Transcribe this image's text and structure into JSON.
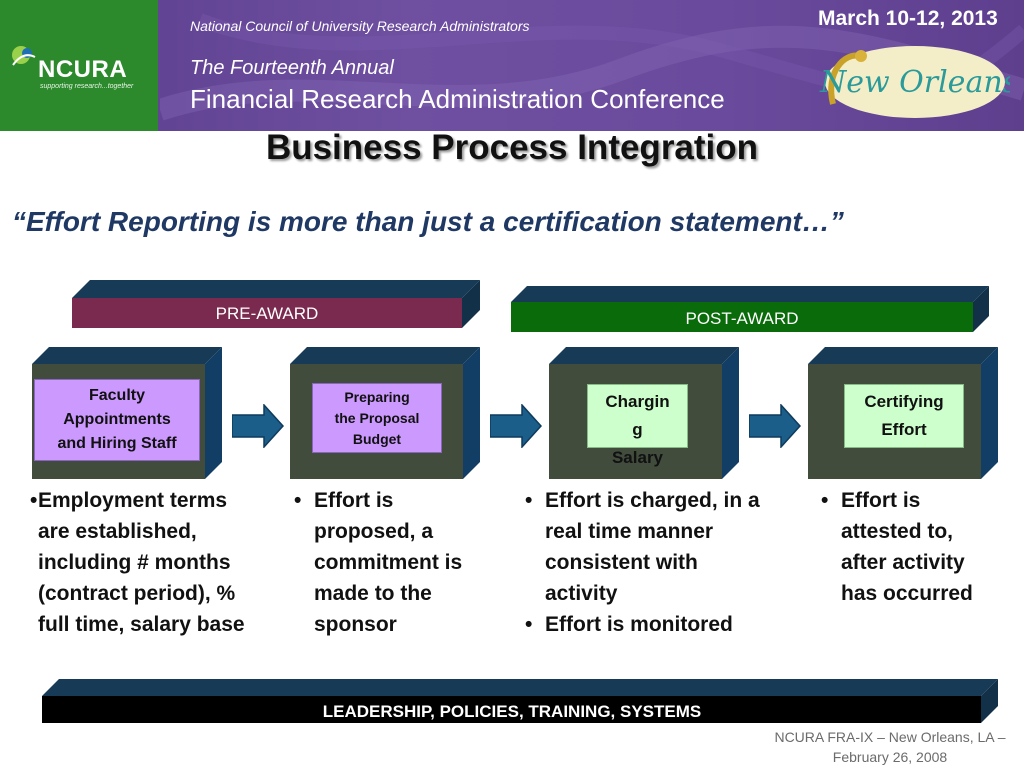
{
  "header": {
    "logo_text": "NCURA",
    "logo_tagline": "supporting research...together",
    "org_name": "National Council of University Research Administrators",
    "conference_line1": "The Fourteenth Annual",
    "conference_line2": "Financial Research Administration Conference",
    "date": "March 10-12, 2013",
    "city_badge": "New Orleans"
  },
  "title": "Business Process Integration",
  "subtitle": "“Effort Reporting is more than just a certification statement…”",
  "phases": {
    "pre_award": "PRE-AWARD",
    "post_award": "POST-AWARD"
  },
  "steps": [
    {
      "label_lines": [
        "Faculty",
        "Appointments",
        "and Hiring Staff"
      ],
      "bullets": [
        "Employment terms are established, including # months (contract period), % full time, salary base"
      ]
    },
    {
      "label_lines": [
        "Preparing",
        "the Proposal",
        "Budget"
      ],
      "bullets": [
        "Effort is proposed, a commitment is made to the sponsor"
      ]
    },
    {
      "label_lines": [
        "Chargin",
        "g",
        "Salary"
      ],
      "bullets": [
        "Effort is charged, in a real time manner consistent with activity",
        "Effort is monitored"
      ]
    },
    {
      "label_lines": [
        "Certifying",
        "Effort"
      ],
      "bullets": [
        "Effort is attested to, after activity has occurred"
      ]
    }
  ],
  "foundation": "LEADERSHIP, POLICIES, TRAINING, SYSTEMS",
  "footer": {
    "line1": "NCURA FRA-IX – New Orleans, LA –",
    "line2": "February 26, 2008"
  },
  "colors": {
    "banner_purple": "#6a4a9c",
    "logo_green": "#2c8a2c",
    "pre_award_bar": "#7a2a4e",
    "post_award_bar": "#0a6b0a",
    "bar_top": "#173a56",
    "box_front": "#414c3c",
    "purple_label": "#cc99ff",
    "green_label": "#ccffcc",
    "arrow": "#1b5e8a",
    "subtitle": "#1f3864"
  }
}
